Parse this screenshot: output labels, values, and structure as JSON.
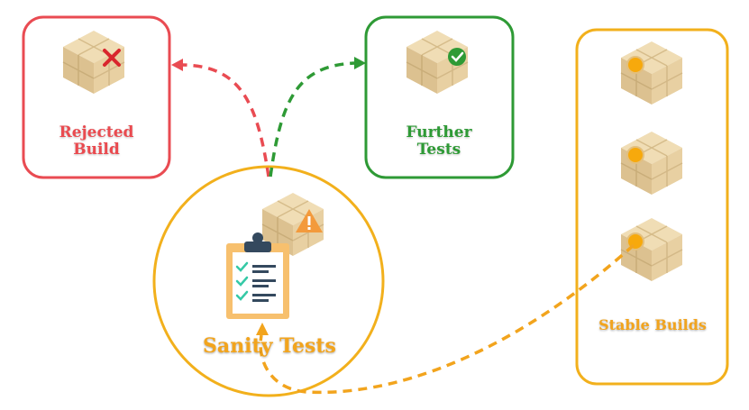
{
  "nodes": {
    "rejected": {
      "line1": "Rejected",
      "line2": "Build",
      "color": "#ea4a4f"
    },
    "further": {
      "line1": "Further",
      "line2": "Tests",
      "color": "#2e9a35"
    },
    "stable": {
      "label": "Stable Builds",
      "color": "#f2b01c"
    },
    "sanity": {
      "label": "Sanity Tests",
      "color": "#f2b01c"
    }
  },
  "icons": [
    "box-icon",
    "cross-icon",
    "check-icon",
    "warning-icon",
    "clipboard-icon",
    "orange-dot-icon"
  ],
  "colors": {
    "box": "#e8d3a7",
    "box_dark": "#d2b884",
    "clipboard": "#f7c06e",
    "check": "#35c9a6",
    "line": "#34495e"
  }
}
